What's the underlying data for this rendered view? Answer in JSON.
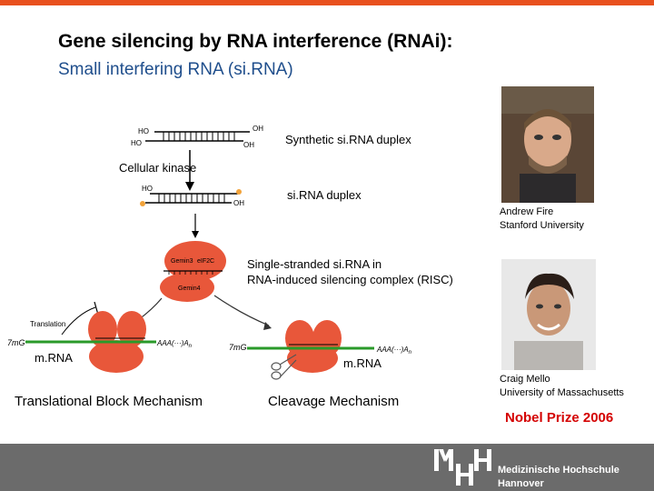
{
  "slide": {
    "title": "Gene silencing by RNA interference (RNAi):",
    "subtitle": "Small interfering RNA (si.RNA)",
    "colors": {
      "accent": "#e8501e",
      "subtitle": "#1f4e8c",
      "nobel": "#d40000",
      "footer": "#6b6b6b"
    }
  },
  "diagram": {
    "synthetic_label": "Synthetic si.RNA duplex",
    "kinase_label": "Cellular kinase",
    "duplex_label": "si.RNA duplex",
    "risc_label_line1": "Single-stranded si.RNA in",
    "risc_label_line2": "RNA-induced silencing complex (RISC)",
    "mrna_left": "m.RNA",
    "mrna_right": "m.RNA",
    "translational": "Translational Block Mechanism",
    "cleavage": "Cleavage Mechanism",
    "ho1": "HO",
    "ho2": "HO",
    "oh1": "OH",
    "oh2": "OH",
    "ho3": "HO",
    "oh3": "OH",
    "gemin3": "Gemin3",
    "eif2c": "eIF2C",
    "gemin4": "Gemin4",
    "translation": "Translation",
    "cap_left": "7mG",
    "cap_right": "7mG",
    "polya_left": "AAA(···)A",
    "polya_right": "AAA(···)A",
    "polya_sub": "n"
  },
  "people": {
    "fire_name": "Andrew Fire",
    "fire_affil": "Stanford University",
    "mello_name": "Craig Mello",
    "mello_affil": "University of Massachusetts",
    "nobel": "Nobel Prize 2006"
  },
  "footer": {
    "logo_line1": "Medizinische Hochschule",
    "logo_line2": "Hannover"
  }
}
